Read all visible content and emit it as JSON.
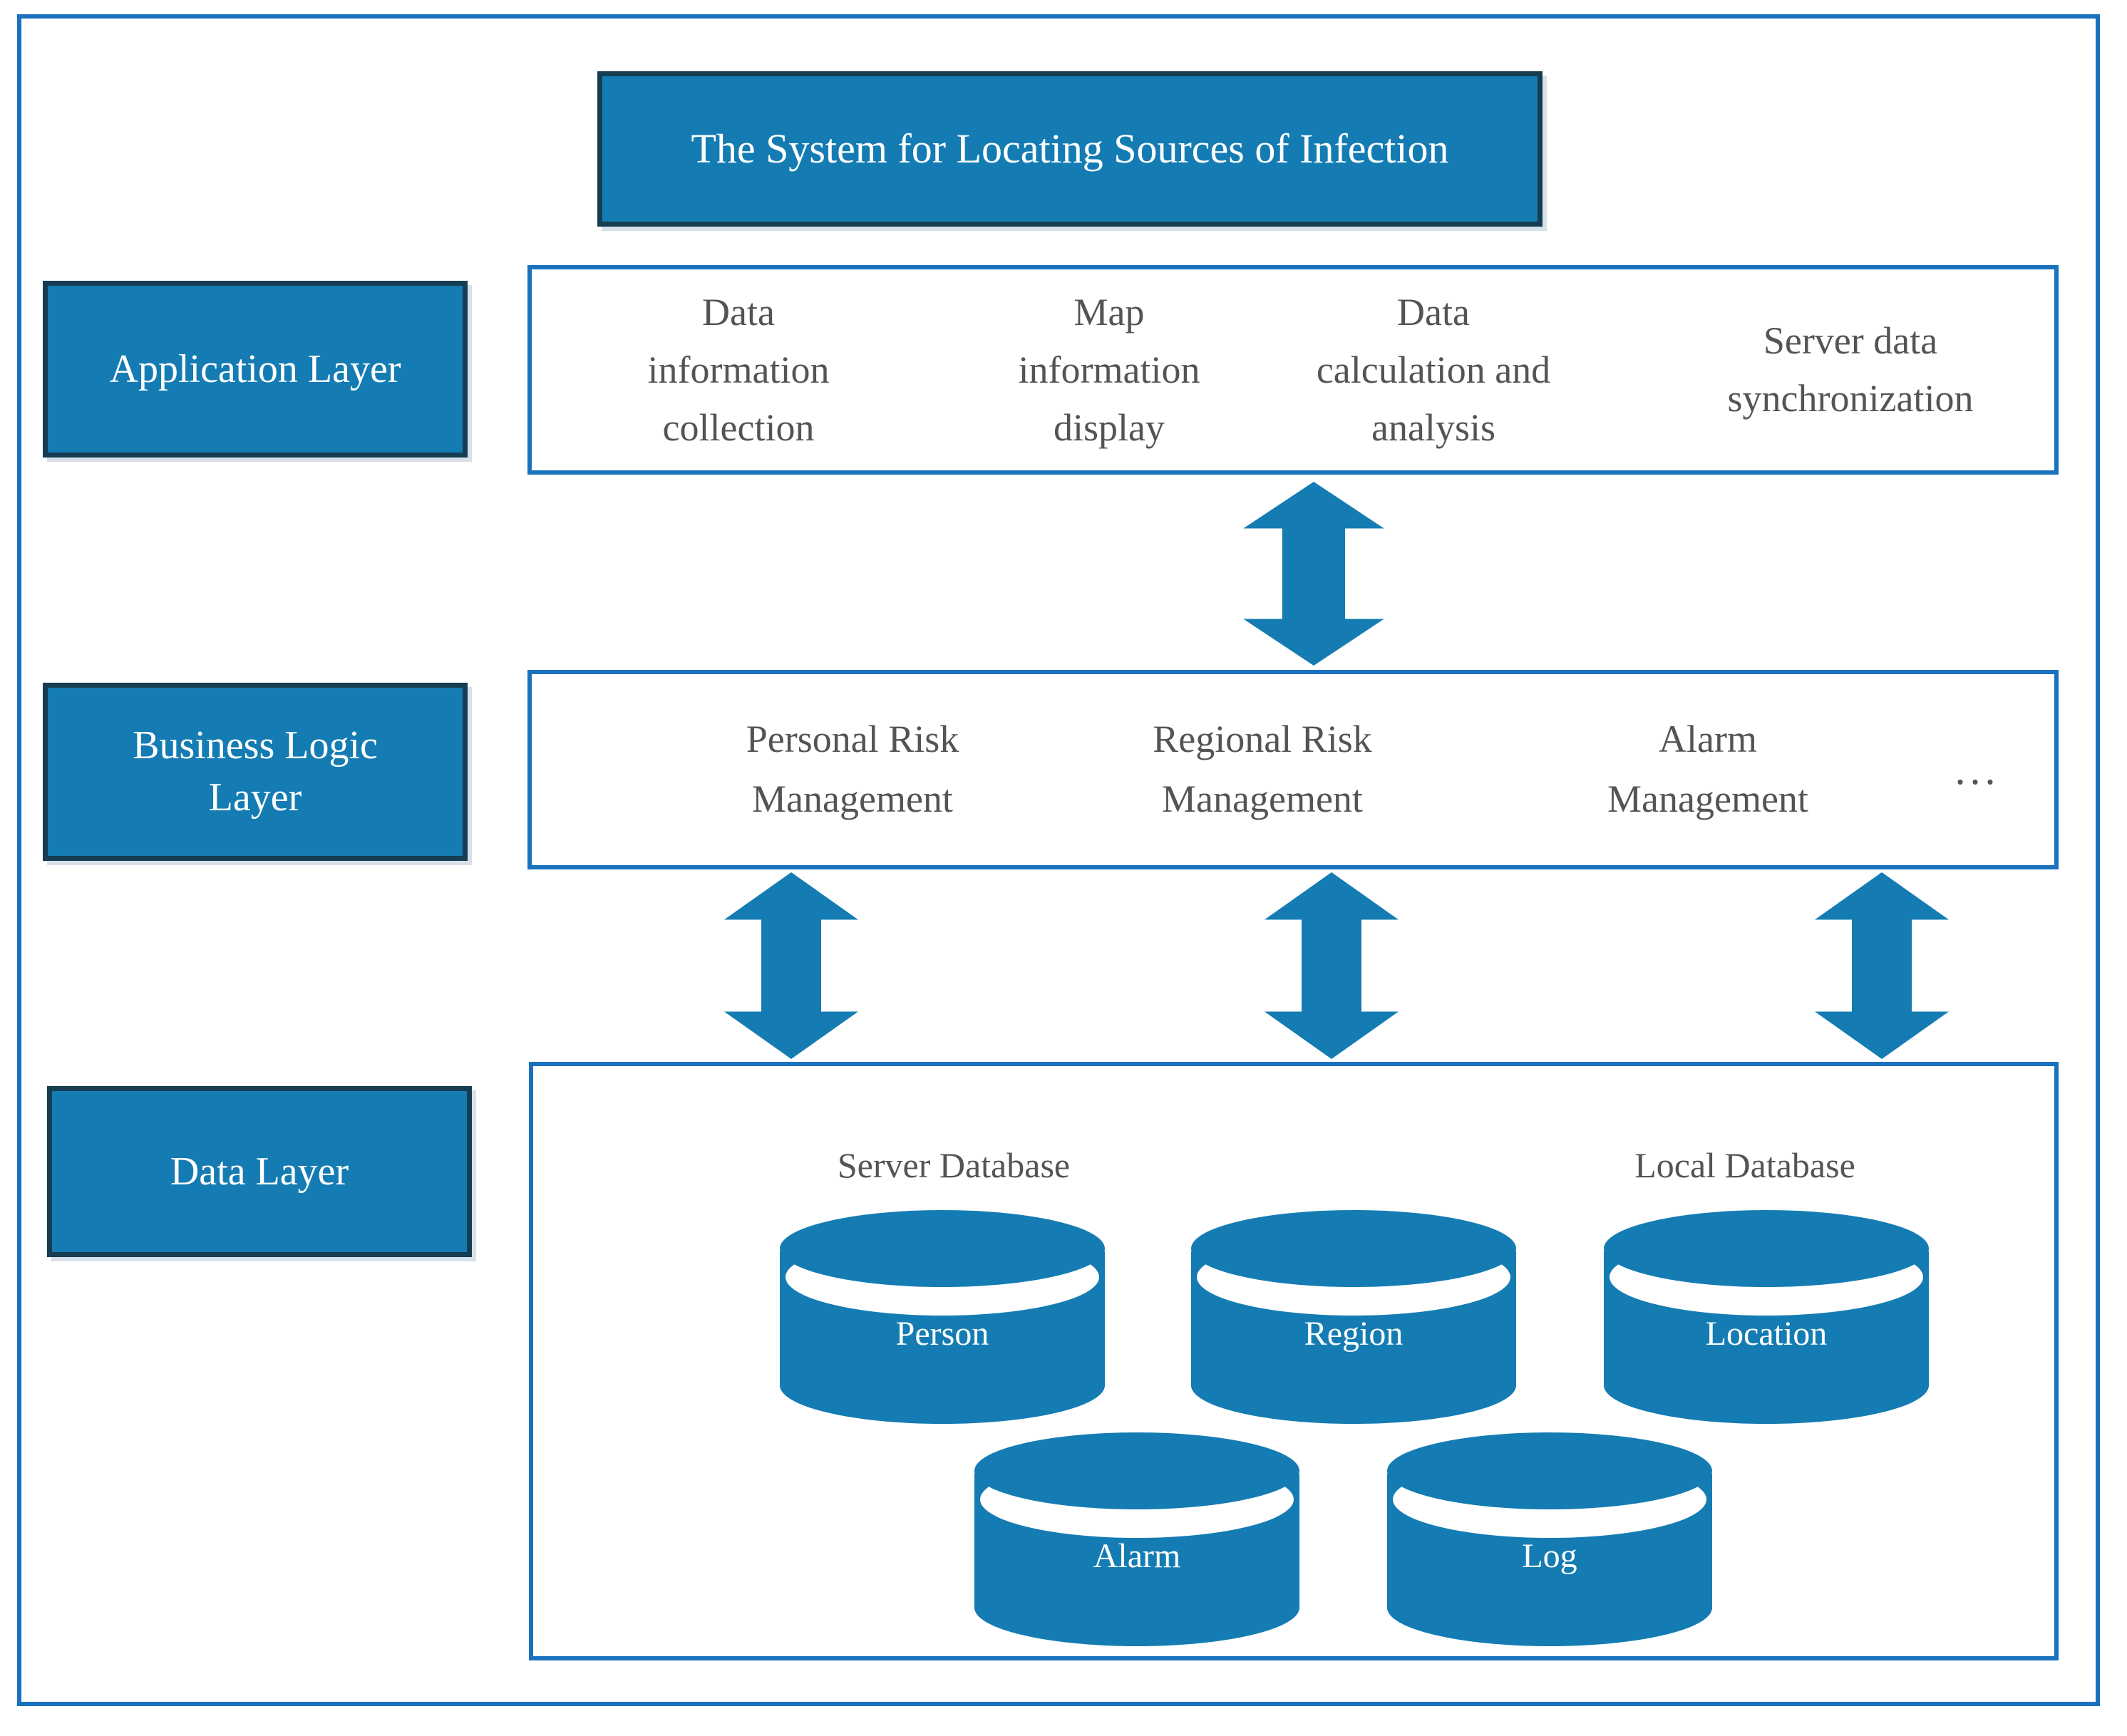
{
  "colors": {
    "fill_blue": "#147CB3",
    "border_blue": "#1A71BE",
    "border_dark": "#163D52",
    "text_gray": "#545454",
    "text_white": "#FFFFFF"
  },
  "diagram": {
    "title": "The System for Locating Sources of Infection",
    "application_layer": {
      "label": "Application Layer",
      "items": [
        "Data information collection",
        "Map information display",
        "Data calculation and analysis",
        "Server data synchronization"
      ]
    },
    "business_layer": {
      "label": "Business Logic Layer",
      "items": [
        "Personal Risk Management",
        "Regional Risk Management",
        "Alarm Management"
      ],
      "ellipsis": "..."
    },
    "data_layer": {
      "label": "Data Layer",
      "server_heading": "Server Database",
      "local_heading": "Local Database",
      "databases": {
        "row1": [
          "Person",
          "Region",
          "Location"
        ],
        "row2": [
          "Alarm",
          "Log"
        ]
      }
    }
  }
}
